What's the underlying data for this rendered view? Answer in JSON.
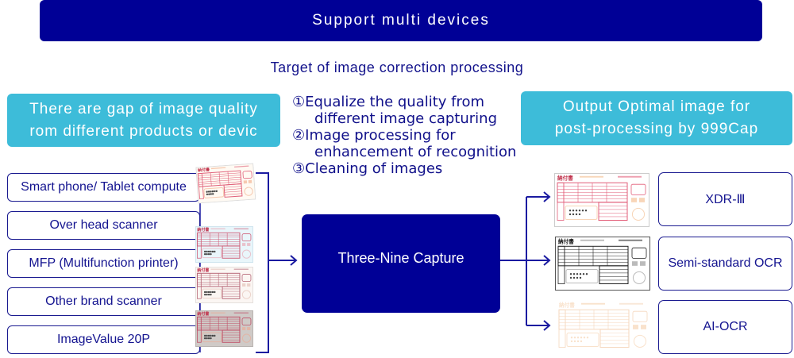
{
  "banner": {
    "title": "Support multi devices"
  },
  "subtitle": "Target of image correction processing",
  "problem_box": {
    "line1": "There are gap of image quality",
    "line2": "rom different products or devic"
  },
  "steps": [
    {
      "line1": "①Equalize the quality from",
      "line2": "different image capturing"
    },
    {
      "line1": "②Image processing for",
      "line2": "enhancement of recognition"
    },
    {
      "line1": "③Cleaning of images",
      "line2": ""
    }
  ],
  "result_box": {
    "line1": "Output Optimal image for",
    "line2": "post-processing by 999Cap"
  },
  "devices": [
    {
      "label": "Smart phone/ Tablet compute",
      "thumb_style": "skewed-pink"
    },
    {
      "label": "Over head scanner",
      "thumb_style": "blue-tint"
    },
    {
      "label": "MFP (Multifunction printer)",
      "thumb_style": "faded"
    },
    {
      "label": "Other brand scanner",
      "thumb_style": "faded"
    },
    {
      "label": "ImageValue 20P",
      "thumb_style": "gray-tint"
    }
  ],
  "core": {
    "label": "Three-Nine Capture"
  },
  "outputs": [
    {
      "label": "XDR-Ⅲ",
      "thumb_style": "color"
    },
    {
      "label": "Semi-standard OCR",
      "thumb_style": "monochrome"
    },
    {
      "label": "AI-OCR",
      "thumb_style": "dropout"
    }
  ],
  "thumbnail_caption": "納付書",
  "colors": {
    "navy": "#000096",
    "cyan": "#3dbcd9",
    "line": "#1a1aa0",
    "text": "#10108a"
  }
}
